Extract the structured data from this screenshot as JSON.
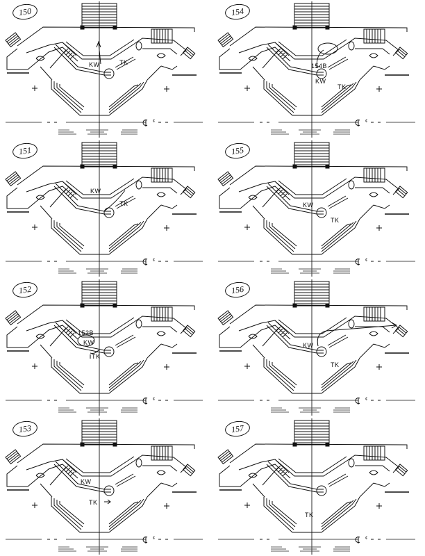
{
  "document": {
    "type": "stage blocking sheet",
    "centerline_symbol": "¢",
    "panels": [
      {
        "cue": "150",
        "labels": [
          "KW",
          "TK"
        ]
      },
      {
        "cue": "154",
        "labels": [
          "154B",
          "KW",
          "TK"
        ]
      },
      {
        "cue": "151",
        "labels": [
          "KW",
          "TK"
        ]
      },
      {
        "cue": "155",
        "labels": [
          "KW",
          "TK"
        ]
      },
      {
        "cue": "152",
        "labels": [
          "152B",
          "KW",
          "TK"
        ]
      },
      {
        "cue": "156",
        "labels": [
          "KW",
          "TK"
        ]
      },
      {
        "cue": "153",
        "labels": [
          "KW",
          "TK"
        ]
      },
      {
        "cue": "157",
        "labels": [
          "TK"
        ]
      }
    ]
  }
}
